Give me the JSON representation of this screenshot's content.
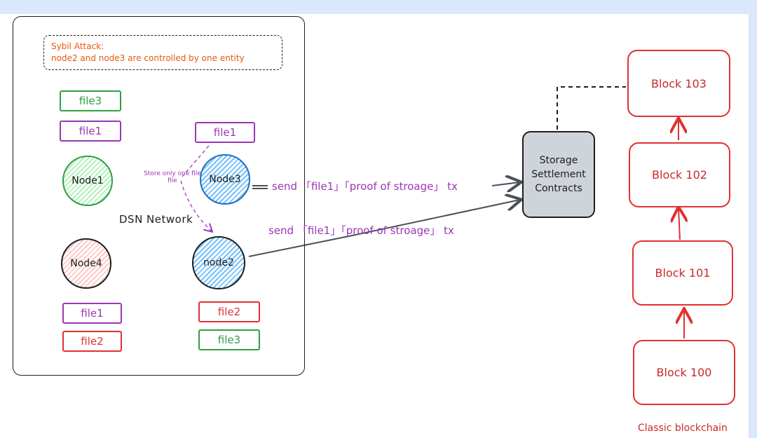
{
  "network": {
    "label": "DSN Network",
    "sybil_title": "Sybil Attack:",
    "sybil_desc": "node2 and node3 are controlled by one entity",
    "note": "Store only one file\nfile"
  },
  "nodes": {
    "node1": "Node1",
    "node3": "Node3",
    "node4": "Node4",
    "node2": "node2"
  },
  "files": {
    "n1_file3": "file3",
    "n1_file1": "file1",
    "n3_file1": "file1",
    "n4_file1": "file1",
    "n4_file2": "file2",
    "n2_file2": "file2",
    "n2_file3": "file3"
  },
  "tx": {
    "send_top": "send 「file1」「proof of stroage」 tx",
    "send_bottom": "send 「file1」「proof of stroage」 tx"
  },
  "contract": {
    "label": "Storage\nSettlement\nContracts"
  },
  "blockchain": {
    "blocks": [
      "Block 103",
      "Block 102",
      "Block 101",
      "Block 100"
    ],
    "caption": "Classic blockchain"
  },
  "colors": {
    "purple": "#9c36b5",
    "green": "#2f9e44",
    "red": "#e03131",
    "orange": "#e8590c",
    "blue": "#74c0fc",
    "contract_fill": "#ced4da"
  }
}
